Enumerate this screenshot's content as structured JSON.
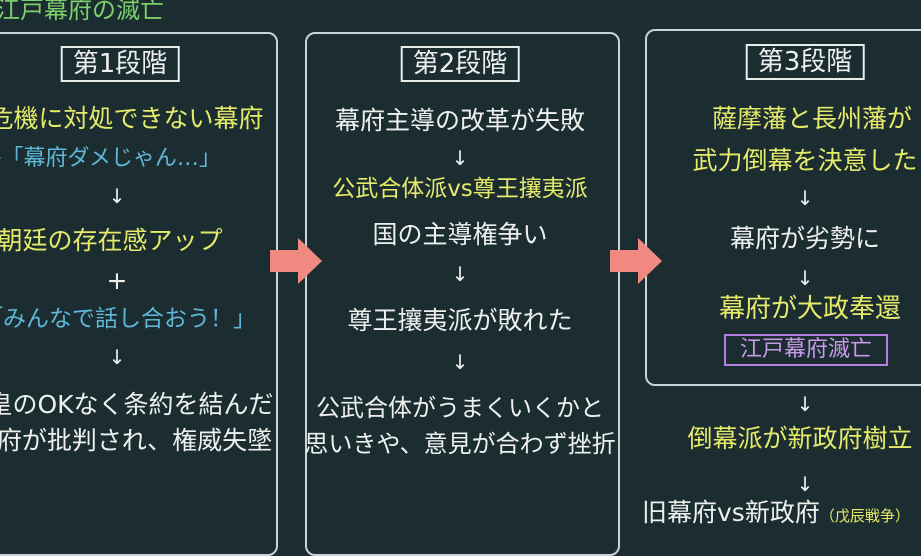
{
  "header": {
    "title": "江戸幕府の滅亡"
  },
  "stage1": {
    "title": "第1段階",
    "lines": [
      "危機に対処できない幕府",
      "→「幕府ダメじゃん…」",
      "↓",
      "朝廷の存在感アップ",
      "+",
      "「みんなで話し合おう！」",
      "↓",
      "天皇のOKなく条約を結んだ",
      "幕府が批判され、権威失墜"
    ]
  },
  "stage2": {
    "title": "第2段階",
    "lines": [
      "幕府主導の改革が失敗",
      "↓",
      "公武合体派vs尊王攘夷派",
      "国の主導権争い",
      "↓",
      "尊王攘夷派が敗れた",
      "↓",
      "公武合体がうまくいくかと",
      "思いきや、意見が合わず挫折"
    ]
  },
  "stage3": {
    "title": "第3段階",
    "lines": [
      "薩摩藩と長州藩が",
      "武力倒幕を決意した",
      "↓",
      "幕府が劣勢に",
      "↓",
      "幕府が大政奉還"
    ],
    "result": "江戸幕府滅亡"
  },
  "after": {
    "lines": [
      "↓",
      "倒幕派が新政府樹立",
      "↓",
      "旧幕府vs新政府"
    ],
    "note": "（戊辰戦争）"
  },
  "colors": {
    "background": "#1b2d31",
    "arrow": "#f08a80",
    "yellow": "#e6ea6a",
    "blue": "#5fb6d6",
    "purple": "#b47fe0"
  }
}
